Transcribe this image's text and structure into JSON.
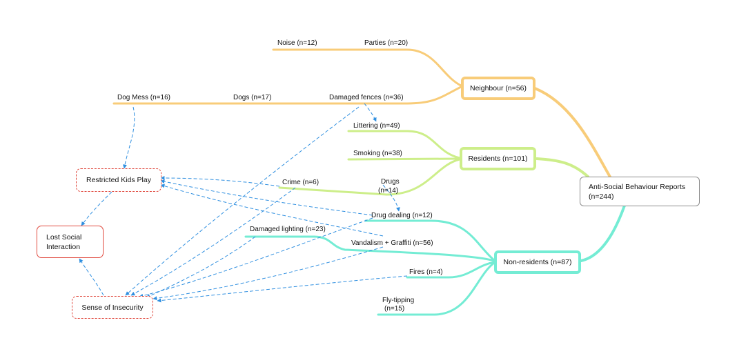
{
  "root": {
    "label": "Anti-Social Behaviour Reports\n(n=244)"
  },
  "categories": {
    "neighbour": "Neighbour (n=56)",
    "residents": "Residents (n=101)",
    "non_residents": "Non-residents (n=87)"
  },
  "leaves": {
    "noise": "Noise (n=12)",
    "parties": "Parties (n=20)",
    "dog_mess": "Dog Mess (n=16)",
    "dogs": "Dogs (n=17)",
    "damaged_fences": "Damaged fences (n=36)",
    "littering": "Littering (n=49)",
    "smoking": "Smoking (n=38)",
    "crime": "Crime (n=6)",
    "drugs_line1": "Drugs",
    "drugs_line2": "(n=14)",
    "drug_dealing": "Drug dealing (n=12)",
    "damaged_lighting": "Damaged lighting (n=23)",
    "vandalism": "Vandalism + Graffiti (n=56)",
    "fires": "Fires (n=4)",
    "fly_tipping_line1": "Fly-tipping",
    "fly_tipping_line2": "(n=15)"
  },
  "impacts": {
    "restricted_kids_play": "Restricted Kids Play",
    "lost_social_interaction": "Lost Social\nInteraction",
    "sense_of_insecurity": "Sense of Insecurity"
  },
  "colors": {
    "neighbour_branch": "#f8cc79",
    "residents_branch": "#cdee8a",
    "non_residents_branch": "#74ecd4",
    "impact_border": "#e0473c",
    "arrow": "#2f8fe0",
    "root_border": "#8a8a8a"
  }
}
